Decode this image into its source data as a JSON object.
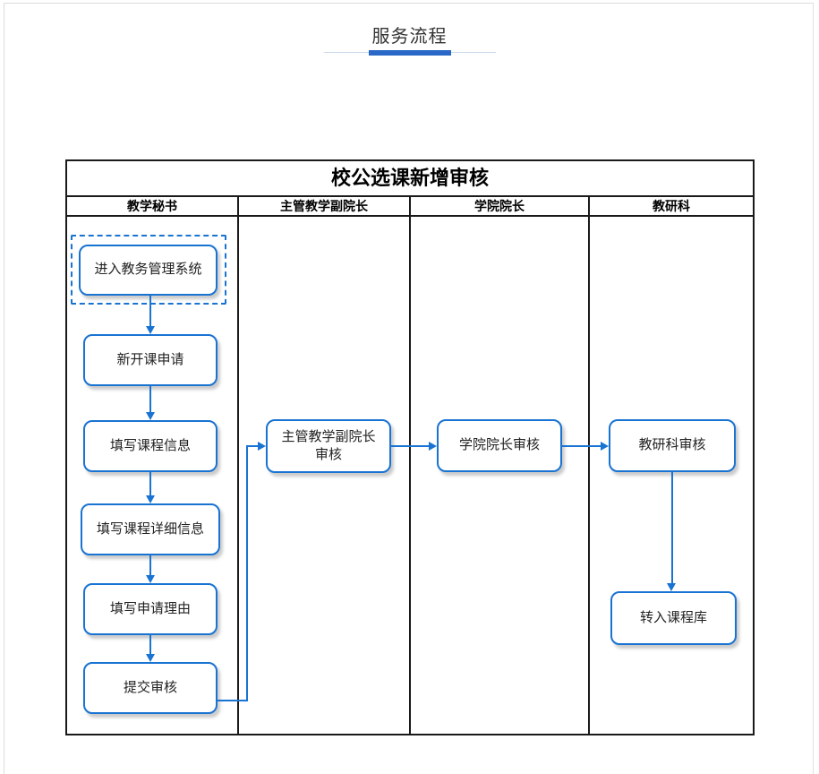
{
  "page": {
    "section_title": "服务流程"
  },
  "colors": {
    "diagram_blue": "#1973d2",
    "underline_blue": "#2a68c8",
    "underline_track": "#c8d8ea",
    "lane_border": "#1a1a1a"
  },
  "flowchart": {
    "title": "校公选课新增审核",
    "lanes": [
      {
        "label": "教学秘书"
      },
      {
        "label": "主管教学副院长"
      },
      {
        "label": "学院院长"
      },
      {
        "label": "教研科"
      }
    ],
    "nodes": [
      {
        "label": "进入教务管理系统",
        "lane": "教学秘书",
        "type": "start"
      },
      {
        "label": "新开课申请",
        "lane": "教学秘书",
        "type": "process"
      },
      {
        "label": "填写课程信息",
        "lane": "教学秘书",
        "type": "process"
      },
      {
        "label": "填写课程详细信息",
        "lane": "教学秘书",
        "type": "process"
      },
      {
        "label": "填写申请理由",
        "lane": "教学秘书",
        "type": "process"
      },
      {
        "label": "提交审核",
        "lane": "教学秘书",
        "type": "process"
      },
      {
        "label": "主管教学副院长\n审核",
        "lane": "主管教学副院长",
        "type": "process"
      },
      {
        "label": "学院院长审核",
        "lane": "学院院长",
        "type": "process"
      },
      {
        "label": "教研科审核",
        "lane": "教研科",
        "type": "process"
      },
      {
        "label": "转入课程库",
        "lane": "教研科",
        "type": "process"
      }
    ],
    "edges": [
      {
        "from": "进入教务管理系统",
        "to": "新开课申请"
      },
      {
        "from": "新开课申请",
        "to": "填写课程信息"
      },
      {
        "from": "填写课程信息",
        "to": "填写课程详细信息"
      },
      {
        "from": "填写课程详细信息",
        "to": "填写申请理由"
      },
      {
        "from": "填写申请理由",
        "to": "提交审核"
      },
      {
        "from": "提交审核",
        "to": "主管教学副院长审核"
      },
      {
        "from": "主管教学副院长审核",
        "to": "学院院长审核"
      },
      {
        "from": "学院院长审核",
        "to": "教研科审核"
      },
      {
        "from": "教研科审核",
        "to": "转入课程库"
      }
    ]
  }
}
